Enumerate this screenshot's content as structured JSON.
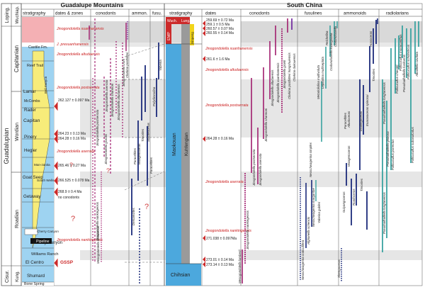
{
  "figure": {
    "region_left": "Guadalupe Mountains",
    "region_right": "South China",
    "stages": {
      "series_loping": "Loping.",
      "series_guadalupian": "Guadalupian",
      "series_cisur": "Cisur.",
      "stage_wuchiap": "Wuchiap.",
      "stage_capitanian": "Capitanian",
      "stage_wordian": "Wordian",
      "stage_roadian": "Roadian",
      "stage_kung": "Kung."
    },
    "col_headers_left": {
      "stratigraphy": "stratigraphy",
      "dates_zones": "dates & zones",
      "conodonts": "conodonts",
      "ammon": "ammon.",
      "fusu": "fusu."
    },
    "col_headers_right": {
      "stratigraphy": "stratigraphy",
      "dates": "dates",
      "conodonts": "conodonts",
      "fusulines": "fusulines",
      "ammonoids": "ammonoids",
      "radiolarians": "radiolarians"
    },
    "gm_units": {
      "castile": "Castile Fm.",
      "reef_trail": "Reef Trail",
      "lamar": "Lamar",
      "mccombs": "McCombs",
      "rader": "Rader",
      "capitan": "Capitan",
      "bell_canyon": "Bell Canyon",
      "pinery": "Pinery",
      "hegler": "Hegler",
      "manzanita": "Man-zanita",
      "goat_seep": "Goat Seep",
      "south_wells": "South Wells",
      "getaway": "Getaway",
      "cherry_canyon": "Cherry Canyon",
      "brushy_canyon": "Brushy Canyon",
      "pipeline": "Pipeline",
      "williams_ranch": "Williams Ranch",
      "el_centro": "El Centro",
      "shumard": "Shumard",
      "bone_spring": "Bone Spring"
    },
    "sc_units": {
      "wuch": "Wuch.",
      "lung": "Lung.",
      "emp": "EMP",
      "xinpeng": "Xinpeng",
      "maokouan": "Maokouan",
      "kuhfengian": "Kuhfengian",
      "chihsian": "Chihsian"
    },
    "gm_dates": [
      "262.127 ± 0.097 Ma",
      "264.23 ± 0.13 Ma",
      "264.28 ± 0.16 Ma",
      "265.46 ± 0.27 Ma",
      "266.525 ± 0.078 Ma",
      "268.9 ± 0.4 Ma",
      "no conodonts",
      "GSSP"
    ],
    "sc_dates": [
      "259.69 ± 0.72 Ma",
      "259.1 ± 0.5 Ma",
      "260.57 ± 0.07 Ma",
      "260.55 ± 0.14 Ma",
      "261.6 ± 1.6 Ma",
      "264.28 ± 0.16 Ma",
      "271.038 ± 0.097Ma",
      "273.01 ± 0.14 Ma",
      "273.14 ± 0.13 Ma"
    ],
    "gm_zones": [
      "Jinogondolella xuanhanensis",
      "J. prexuanhanensis",
      "Jinogondolella altudaensis",
      "Jinogondolella postserrata",
      "Jinogondolella aserrata",
      "Jinogondolella nankingensis"
    ],
    "sc_zones": [
      "Jinogondolella xuanhanensis",
      "Jinogondolella altudaensis",
      "Jinogondolella postserrata",
      "Jinogondolella aserrata",
      "Jinogondolella nankingensis"
    ],
    "gm_conodont_taxa": [
      "Jinogondolella postserrata",
      "Jinogondolella nankingensis",
      "Mesogondolella idahoensis",
      "Jinogondolella gracilis",
      "Jinogondolella aserrata",
      "Jinogondolella shannoni",
      "Jinogondolella altudaensis",
      "Jinogondolella crofti",
      "Clarkina postbitteri"
    ],
    "gm_ammonoid_taxa": [
      "Demarezites",
      "Paraceltites",
      "Waagenoceras",
      "Timorites",
      "Stacheoceras"
    ],
    "gm_fusuline_taxa": [
      "Paraceltites",
      "Polydiexodina",
      "Yabeina"
    ],
    "sc_conodont_taxa": [
      "Mesogondolella lamberti",
      "Jinogondolella nankingensis",
      "Jinogondolella postserrata",
      "Jinogondolella aserrata",
      "Jinogondolella shannoni",
      "Jinogondolella altudaensis",
      "Jinogondolella xuanhanensis",
      "Jinogondolella granti",
      "Clarkina postbitteri hongshuiensis",
      "Clarkina dukouensis"
    ],
    "sc_fusuline_taxa": [
      "Neoschwagerina craticulifera",
      "Afghanella schencki",
      "Neoschwagerina margaritae",
      "Neoschwagerina simplex",
      "Yabeina gubleri",
      "Metadoliolina multivoluta",
      "Lepidolina multiseptata",
      "Reichelina",
      "Codonofusiella kwangsiana",
      "Codonofusiella"
    ],
    "sc_ammonoid_taxa": [
      "Shengoceras",
      "Guiyangoceras",
      "Waagenoceras",
      "Roadoceras",
      "Altudoceras",
      "Paraceltites",
      "Timorites",
      "Doulingoceras",
      "Eoaraxoceras spinosai",
      "Araxoceras",
      "Timorites"
    ],
    "sc_radiolarian_taxa": [
      "Pseudoalbaillella longtanensis",
      "Pseudoalbaillella globosa",
      "Follicucullus porrectus",
      "Follicucullus charveti",
      "Follicucullus monacanthus",
      "Pseudoalbaillella fusiformis",
      "Follicucullus scholasticus",
      "Albaillella cavitata",
      "Follicucullus subasulcatus",
      "Pseudoalbaillella longtanensis"
    ],
    "question_marks": [
      "?",
      "?",
      "?",
      "?"
    ]
  }
}
